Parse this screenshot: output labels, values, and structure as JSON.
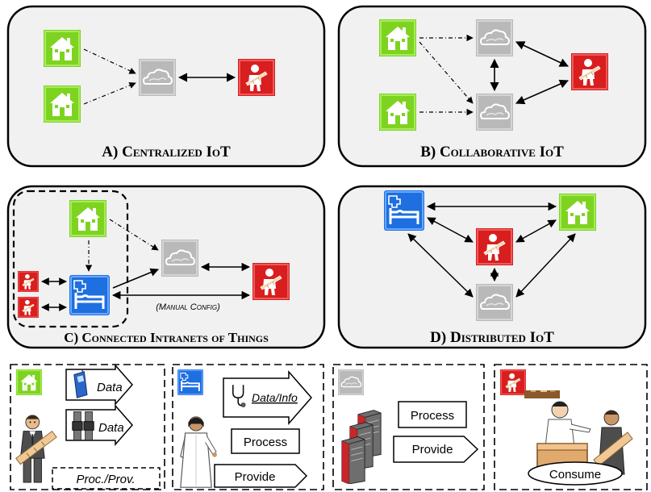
{
  "panels": {
    "a": {
      "prefix": "A) ",
      "title": "Centralized IoT"
    },
    "b": {
      "prefix": "B) ",
      "title": "Collaborative IoT"
    },
    "c": {
      "prefix": "C) ",
      "title": "Connected Intranets of Things",
      "note": "(Manual Config)"
    },
    "d": {
      "prefix": "D) ",
      "title": "Distributed IoT"
    }
  },
  "legend": {
    "home": {
      "item1": "Data",
      "item2": "Data",
      "item3": "Proc./Prov."
    },
    "hospital": {
      "item1": "Data/Info",
      "item2": "Process",
      "item3": "Provide"
    },
    "cloud": {
      "item1": "Process",
      "item2": "Provide"
    },
    "user": {
      "item1": "Consume"
    }
  },
  "colors": {
    "home": "#7ed321",
    "hospital": "#1e6fe0",
    "cloud": "#b9b9b9",
    "user": "#d81e1e",
    "panel_bg": "#f1f1f1"
  },
  "icons": [
    "house-icon",
    "hospital-bed-icon",
    "cloud-icon",
    "person-icon",
    "phone-icon",
    "watch-icon",
    "stethoscope-icon",
    "server-icon"
  ]
}
